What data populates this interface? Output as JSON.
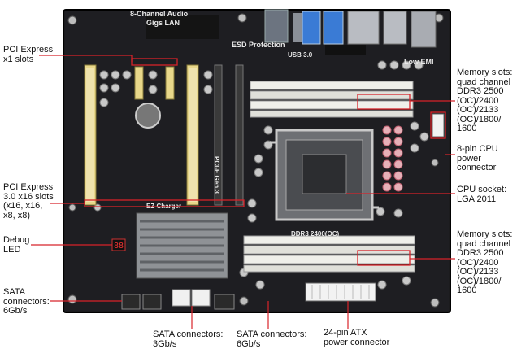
{
  "colors": {
    "board": "#1b1b1d",
    "board_edge": "#000000",
    "accent_red": "#d8232a",
    "slot_white": "#efefea",
    "slot_yellow": "#e8d78a",
    "heatsink": "#8f9296",
    "leader": "#d8232a"
  },
  "board_text": {
    "audio": "8-Channel Audio",
    "lan": "Gigs LAN",
    "esd": "ESD Protection",
    "usb": "USB 3.0",
    "low_emi": "Low EMI",
    "pcie_gen3": "PCI-E Gen.3",
    "ez_charger": "EZ Charger",
    "ddr3_marking": "DDR3 2400(OC)"
  },
  "callouts": {
    "pcie_x1": "PCI Express\nx1 slots",
    "pcie_x16": "PCI Express\n3.0 x16 slots\n(x16, x16,\nx8, x8)",
    "debug_led": "Debug\nLED",
    "sata_6gb_left": "SATA\nconnectors:\n6Gb/s",
    "sata_3gb": "SATA connectors:\n3Gb/s",
    "sata_6gb_bottom": "SATA connectors:\n6Gb/s",
    "atx_24pin": "24-pin ATX\npower connector",
    "memory_top": "Memory slots:\nquad channel\nDDR3 2500\n(OC)/2400\n(OC)/2133\n(OC)/1800/\n1600",
    "cpu_power": "8-pin CPU\npower\nconnector",
    "cpu_socket": "CPU socket:\nLGA 2011",
    "memory_bottom": "Memory slots:\nquad channel\nDDR3 2500\n(OC)/2400\n(OC)/2133\n(OC)/1800/\n1600"
  }
}
